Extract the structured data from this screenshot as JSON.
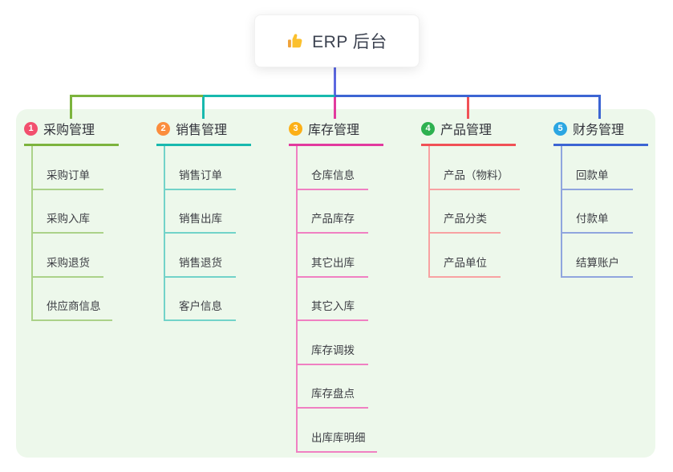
{
  "page": {
    "background": "#ffffff",
    "panel_background": "#edf8eb"
  },
  "root": {
    "icon": "thumbs-up-icon",
    "label": "ERP 后台",
    "connector_color": "#5c68e0"
  },
  "branches": [
    {
      "number": "1",
      "title": "采购管理",
      "badge_color": "#f2506e",
      "line_color": "#7cb43d",
      "light_line_color": "#abd289",
      "children": [
        "采购订单",
        "采购入库",
        "采购退货",
        "供应商信息"
      ]
    },
    {
      "number": "2",
      "title": "销售管理",
      "badge_color": "#fb8d3d",
      "line_color": "#18b9ae",
      "light_line_color": "#72d3c9",
      "children": [
        "销售订单",
        "销售出库",
        "销售退货",
        "客户信息"
      ]
    },
    {
      "number": "3",
      "title": "库存管理",
      "badge_color": "#fcb017",
      "line_color": "#e23a9e",
      "light_line_color": "#f080c2",
      "children": [
        "仓库信息",
        "产品库存",
        "其它出库",
        "其它入库",
        "库存调拨",
        "库存盘点",
        "出库库明细"
      ]
    },
    {
      "number": "4",
      "title": "产品管理",
      "badge_color": "#2eb150",
      "line_color": "#f15156",
      "light_line_color": "#f8a2a2",
      "children": [
        "产品（物料）",
        "产品分类",
        "产品单位"
      ]
    },
    {
      "number": "5",
      "title": "财务管理",
      "badge_color": "#2ba6e2",
      "line_color": "#3c65d3",
      "light_line_color": "#90a5de",
      "children": [
        "回款单",
        "付款单",
        "结算账户"
      ]
    }
  ]
}
